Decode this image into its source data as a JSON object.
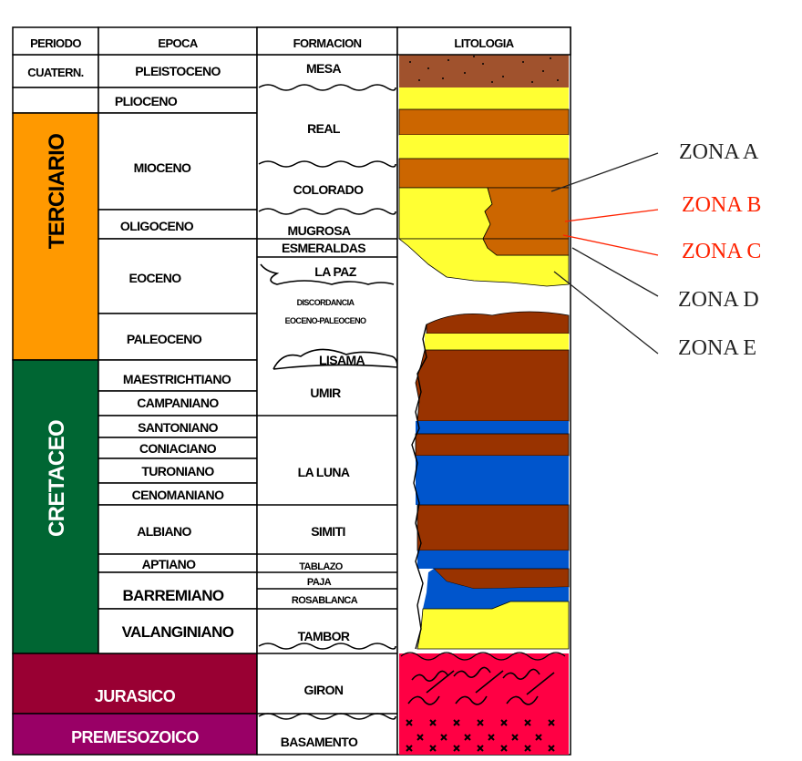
{
  "headers": {
    "periodo": "PERIODO",
    "epoca": "EPOCA",
    "formacion": "FORMACION",
    "litologia": "LITOLOGIA"
  },
  "periods": {
    "cuaternario": "CUATERN.",
    "terciario": "TERCIARIO",
    "cretaceo": "CRETACEO",
    "jurasico": "JURASICO",
    "premesozoico": "PREMESOZOICO"
  },
  "epochs": {
    "pleistoceno": "PLEISTOCENO",
    "plioceno": "PLIOCENO",
    "mioceno": "MIOCENO",
    "oligoceno": "OLIGOCENO",
    "eoceno": "EOCENO",
    "paleoceno": "PALEOCENO",
    "maestrichtiano": "MAESTRICHTIANO",
    "campaniano": "CAMPANIANO",
    "santoniano": "SANTONIANO",
    "coniaciano": "CONIACIANO",
    "turoniano": "TURONIANO",
    "cenomaniano": "CENOMANIANO",
    "albiano": "ALBIANO",
    "aptiano": "APTIANO",
    "barremiano": "BARREMIANO",
    "valanginiano": "VALANGINIANO"
  },
  "formations": {
    "mesa": "MESA",
    "real": "REAL",
    "colorado": "COLORADO",
    "mugrosa": "MUGROSA",
    "esmeraldas": "ESMERALDAS",
    "la_paz": "LA PAZ",
    "discordancia_1": "DISCORDANCIA",
    "discordancia_2": "EOCENO-PALEOCENO",
    "lisama": "LISAMA",
    "umir": "UMIR",
    "la_luna": "LA LUNA",
    "simiti": "SIMITI",
    "tablazo": "TABLAZO",
    "paja": "PAJA",
    "rosablanca": "ROSABLANCA",
    "tambor": "TAMBOR",
    "giron": "GIRON",
    "basamento": "BASAMENTO"
  },
  "zones": {
    "a": "ZONA A",
    "b": "ZONA B",
    "c": "ZONA C",
    "d": "ZONA D",
    "e": "ZONA E"
  },
  "colors": {
    "terciario": "#FF9900",
    "cretaceo": "#006633",
    "jurasico": "#990033",
    "premesozoico": "#990066",
    "sand_yellow": "#FFFF33",
    "shale_orange": "#CC6600",
    "shale_brown": "#993300",
    "limestone_blue": "#0055CC",
    "mesa_brown": "#A0522D",
    "giron_red": "#FF0044",
    "zone_black": "#222222",
    "zone_red": "#FF2200"
  }
}
